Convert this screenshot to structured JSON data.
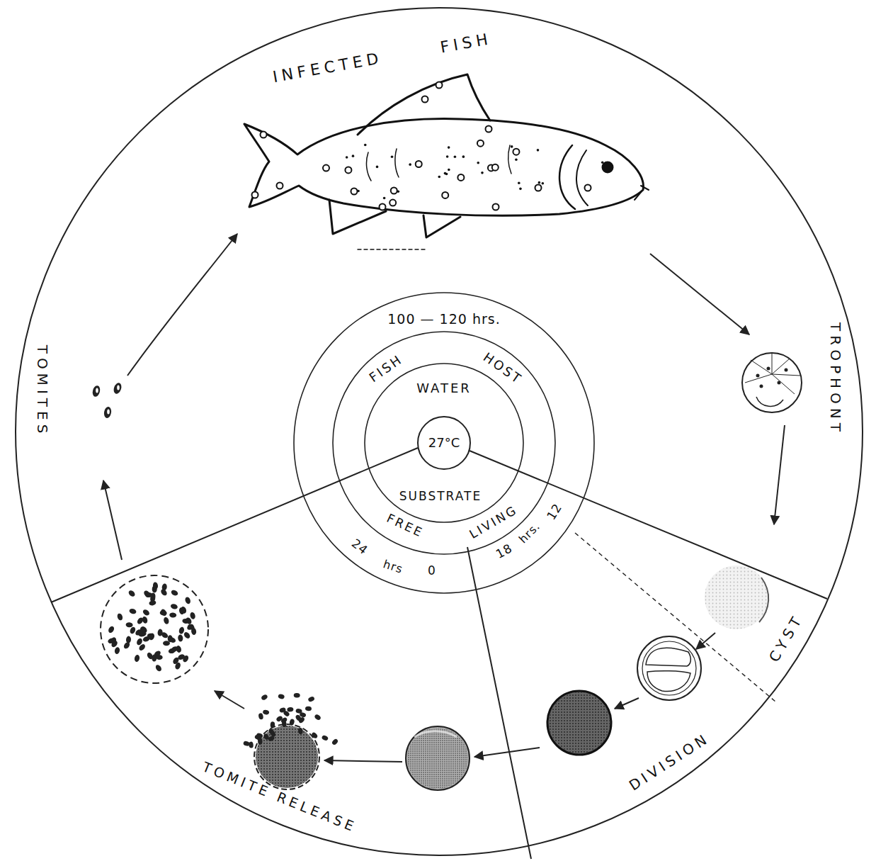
{
  "diagram": {
    "nodes": [
      {
        "text": [
          "27°C"
        ]
      }
    ],
    "labels": [
      "INFECTED FISH",
      "TROPHONT",
      "CYST",
      "DIVISION",
      "TOMITE RELEASE",
      "TOMITES",
      "100 — 120 hrs.",
      "FISH",
      "HOST",
      "WATER",
      "SUBSTRATE",
      "FREE",
      "LIVING",
      "24",
      "hrs",
      "0",
      "18",
      "hrs.",
      "12"
    ]
  }
}
